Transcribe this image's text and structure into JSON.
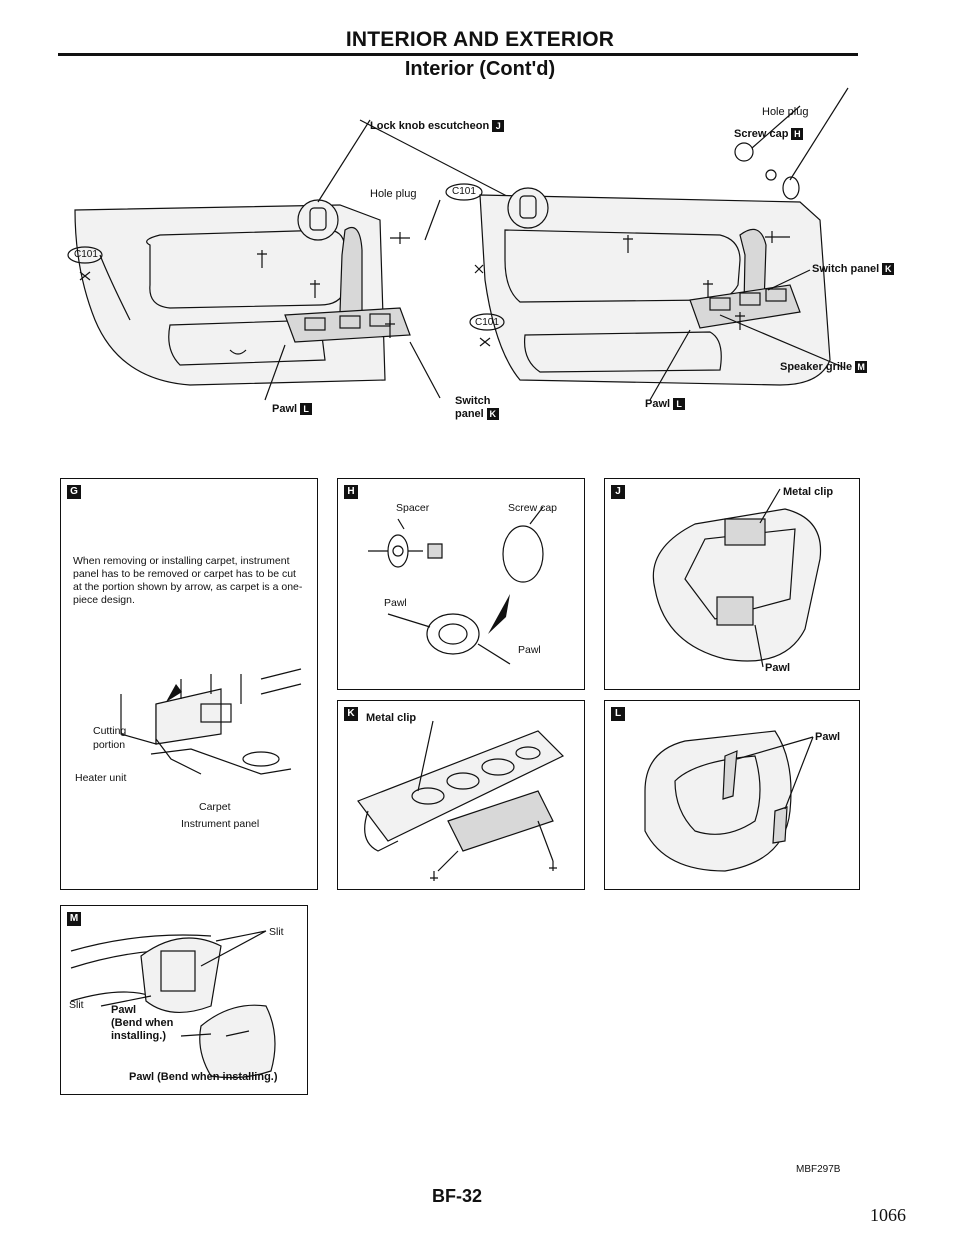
{
  "header": {
    "title": "INTERIOR AND EXTERIOR",
    "subtitle": "Interior (Cont'd)"
  },
  "main_diagram": {
    "lock_knob": "Lock knob escutcheon",
    "lock_knob_badge": "J",
    "hole_plug_top": "Hole plug",
    "screw_cap": "Screw cap",
    "screw_cap_badge": "H",
    "hole_plug_center": "Hole plug",
    "clip_left": "C101",
    "clip_center": "C101",
    "clip_lower": "C101",
    "switch_panel_right": "Switch panel",
    "switch_panel_right_badge": "K",
    "speaker_grille": "Speaker grille",
    "speaker_grille_badge": "M",
    "switch_panel_center_line1": "Switch",
    "switch_panel_center_line2": "panel",
    "switch_panel_center_badge": "K",
    "pawl_left": "Pawl",
    "pawl_left_badge": "L",
    "pawl_right": "Pawl",
    "pawl_right_badge": "L"
  },
  "panel_g": {
    "badge": "G",
    "note": "When removing or installing carpet, instrument panel has to be removed or carpet has to be cut at the portion shown by arrow, as carpet is a one-piece design.",
    "cutting_line1": "Cutting",
    "cutting_line2": "portion",
    "heater_unit": "Heater unit",
    "carpet": "Carpet",
    "instrument_panel": "Instrument panel"
  },
  "panel_h": {
    "badge": "H",
    "spacer": "Spacer",
    "screw_cap": "Screw cap",
    "pawl_left": "Pawl",
    "pawl_right": "Pawl"
  },
  "panel_j": {
    "badge": "J",
    "metal_clip": "Metal clip",
    "pawl": "Pawl"
  },
  "panel_k": {
    "badge": "K",
    "metal_clip": "Metal clip"
  },
  "panel_l": {
    "badge": "L",
    "pawl": "Pawl"
  },
  "panel_m": {
    "badge": "M",
    "slit_top": "Slit",
    "slit_left": "Slit",
    "pawl_line1": "Pawl",
    "pawl_line2": "(Bend when",
    "pawl_line3": "installing.)",
    "pawl_bottom": "Pawl (Bend when installing.)"
  },
  "footer": {
    "figure_code": "MBF297B",
    "page_code": "BF-32",
    "page_number": "1066"
  }
}
